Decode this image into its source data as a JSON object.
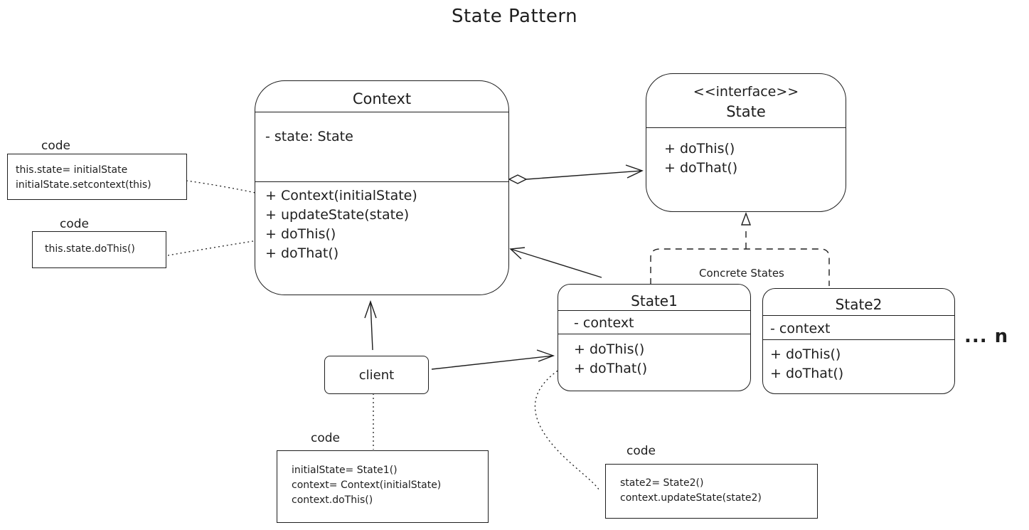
{
  "title": "State Pattern",
  "context_class": {
    "name": "Context",
    "attributes": [
      "- state: State"
    ],
    "methods": [
      "+ Context(initialState)",
      "+ updateState(state)",
      "+ doThis()",
      "+ doThat()"
    ]
  },
  "state_interface": {
    "stereotype": "<<interface>>",
    "name": "State",
    "methods": [
      "+ doThis()",
      "+ doThat()"
    ]
  },
  "concrete_group_label": "Concrete States",
  "state1": {
    "name": "State1",
    "attributes": [
      "- context"
    ],
    "methods": [
      "+ doThis()",
      "+ doThat()"
    ]
  },
  "state2": {
    "name": "State2",
    "attributes": [
      "- context"
    ],
    "methods": [
      "+ doThis()",
      "+ doThat()"
    ]
  },
  "more_label": "... n",
  "client_label": "client",
  "notes": [
    {
      "label": "code",
      "lines": [
        "this.state= initialState",
        "initialState.setcontext(this)"
      ]
    },
    {
      "label": "code",
      "lines": [
        "this.state.doThis()"
      ]
    },
    {
      "label": "code",
      "lines": [
        "initialState= State1()",
        "context= Context(initialState)",
        "context.doThis()"
      ]
    },
    {
      "label": "code",
      "lines": [
        "state2= State2()",
        "context.updateState(state2)"
      ]
    }
  ]
}
